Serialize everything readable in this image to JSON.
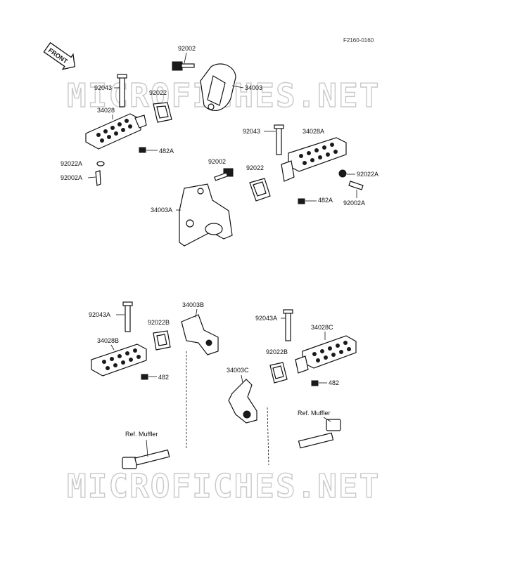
{
  "diagram_code": "F2160-0160",
  "front_badge": "FRONT",
  "watermark": "MICROFICHES.NET",
  "labels": {
    "p92002_top": "92002",
    "p34003": "34003",
    "p92043_left": "92043",
    "p92022_left": "92022",
    "p34028": "34028",
    "p482A_left": "482A",
    "p92022A_left": "92022A",
    "p92002A_left": "92002A",
    "p92043_right": "92043",
    "p34028A": "34028A",
    "p92002_mid": "92002",
    "p92022_mid": "92022",
    "p92022A_right": "92022A",
    "p34003A": "34003A",
    "p482A_right": "482A",
    "p92002A_right": "92002A",
    "p92043A_left": "92043A",
    "p34003B": "34003B",
    "p92022B_left": "92022B",
    "p34028B": "34028B",
    "p482_left": "482",
    "p92043A_right": "92043A",
    "p34028C": "34028C",
    "p92022B_right": "92022B",
    "p34003C": "34003C",
    "p482_right": "482",
    "ref_muffler_left": "Ref. Muffler",
    "ref_muffler_right": "Ref. Muffler"
  }
}
